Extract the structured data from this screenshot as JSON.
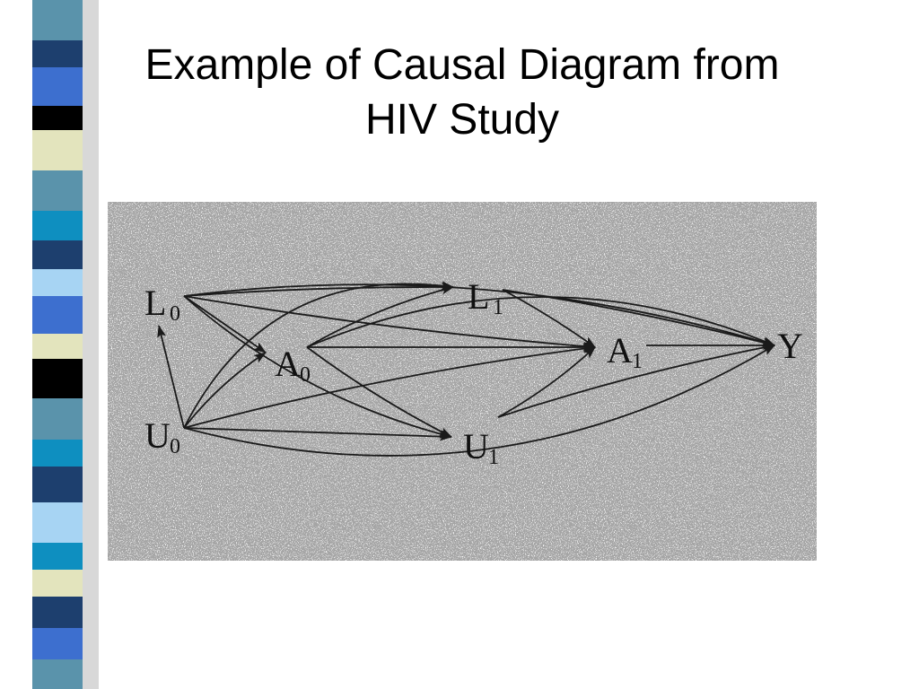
{
  "slide": {
    "title_line1": "Example of Causal Diagram from",
    "title_line2": "HIV Study"
  },
  "stripe_colors": [
    "#5a93ab",
    "#1d3f6e",
    "#3d6fcf",
    "#000000",
    "#e3e4bd",
    "#0e8fc0",
    "#a7d4f3",
    "#ffffff"
  ],
  "nodes": {
    "L0": {
      "letter": "L",
      "sub": "0"
    },
    "A0": {
      "letter": "A",
      "sub": "0"
    },
    "U0": {
      "letter": "U",
      "sub": "0"
    },
    "L1": {
      "letter": "L",
      "sub": "1"
    },
    "A1": {
      "letter": "A",
      "sub": "1"
    },
    "U1": {
      "letter": "U",
      "sub": "1"
    },
    "Y": {
      "letter": "Y",
      "sub": ""
    }
  },
  "edges": [
    [
      "U0",
      "L0"
    ],
    [
      "L0",
      "A0"
    ],
    [
      "U0",
      "A0"
    ],
    [
      "L0",
      "L1"
    ],
    [
      "L0",
      "A1"
    ],
    [
      "L0",
      "U1"
    ],
    [
      "L0",
      "Y"
    ],
    [
      "A0",
      "L1"
    ],
    [
      "A0",
      "A1"
    ],
    [
      "A0",
      "U1"
    ],
    [
      "A0",
      "Y"
    ],
    [
      "U0",
      "L1"
    ],
    [
      "U0",
      "A1"
    ],
    [
      "U0",
      "U1"
    ],
    [
      "U0",
      "Y"
    ],
    [
      "L1",
      "A1"
    ],
    [
      "L1",
      "Y"
    ],
    [
      "A1",
      "Y"
    ],
    [
      "U1",
      "A1"
    ],
    [
      "U1",
      "Y"
    ]
  ]
}
